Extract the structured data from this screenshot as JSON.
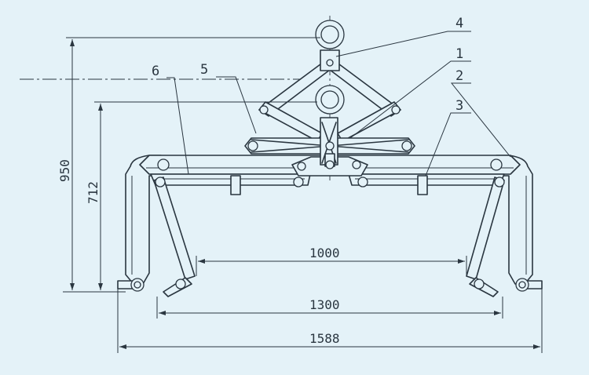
{
  "part_labels": [
    "4",
    "1",
    "5",
    "2",
    "6",
    "3"
  ],
  "dimensions": {
    "height_total": "950",
    "height_beam": "712",
    "span_inner": "1000",
    "span_mid": "1300",
    "span_outer": "1588"
  }
}
